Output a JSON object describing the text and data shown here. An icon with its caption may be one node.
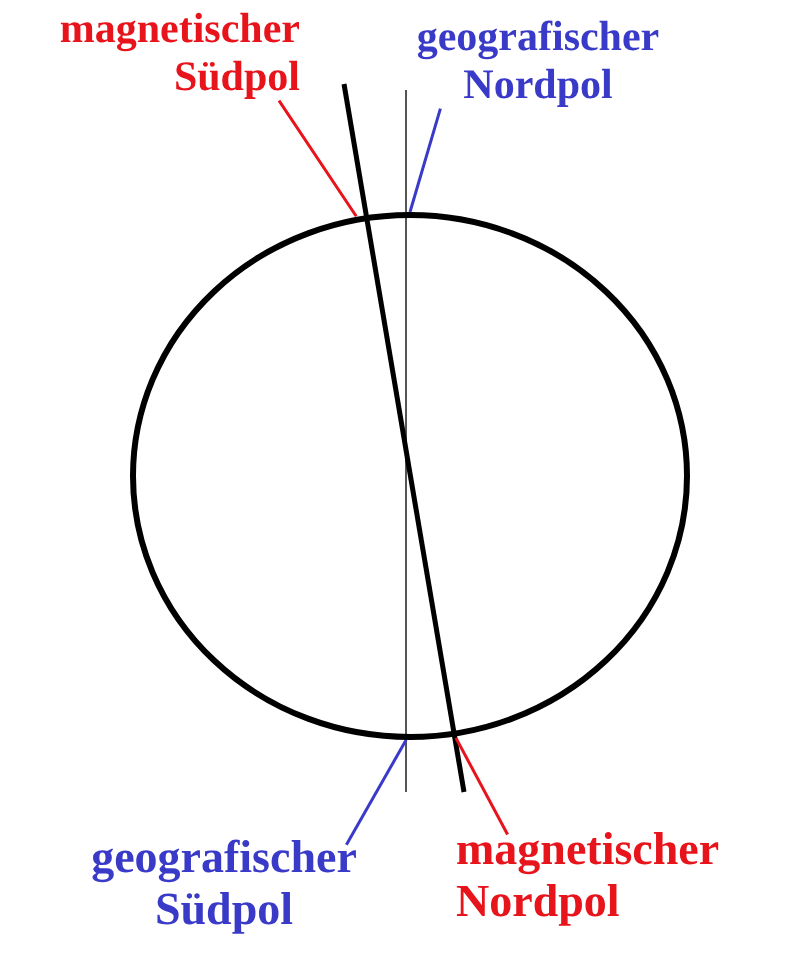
{
  "diagram": {
    "nodes": [
      {
        "text": [
          "magnetischer Südpol"
        ]
      },
      {
        "text": [
          "geografischer Nordpol"
        ]
      },
      {
        "text": [
          "geografischer Südpol"
        ]
      },
      {
        "text": [
          "magnetischer Nordpol"
        ]
      },
      {
        "text": [],
        "shape": "circle"
      }
    ],
    "edges": [
      {
        "from": 0,
        "to": 4,
        "arrow": "none",
        "color": "#e8141c"
      },
      {
        "from": 1,
        "to": 4,
        "arrow": "none",
        "color": "#3a3ac8"
      },
      {
        "from": 2,
        "to": 4,
        "arrow": "none",
        "color": "#3a3ac8"
      },
      {
        "from": 3,
        "to": 4,
        "arrow": "none",
        "color": "#e8141c"
      }
    ]
  }
}
